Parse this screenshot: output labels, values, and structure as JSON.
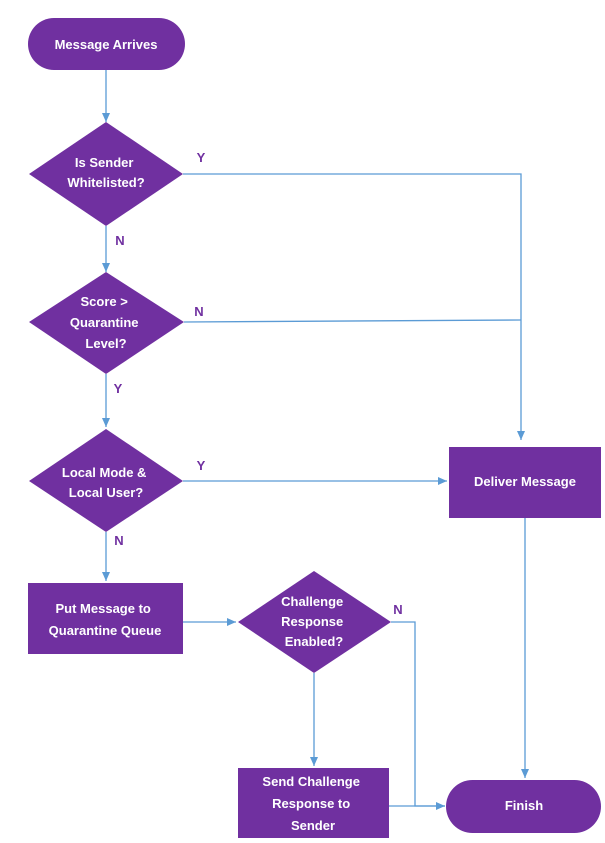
{
  "colors": {
    "node_fill": "#7030a0",
    "node_text": "#ffffff",
    "edge_stroke": "#5b9bd5",
    "edge_label": "#7030a0",
    "background": "#ffffff"
  },
  "nodes": {
    "start": {
      "shape": "terminator",
      "lines": [
        "Message Arrives"
      ]
    },
    "whitelisted": {
      "shape": "decision",
      "lines": [
        "Is Sender",
        "Whitelisted?"
      ]
    },
    "score": {
      "shape": "decision",
      "lines": [
        "Score >",
        "Quarantine",
        "Level?"
      ]
    },
    "local": {
      "shape": "decision",
      "lines": [
        "Local Mode &",
        "Local User?"
      ]
    },
    "deliver": {
      "shape": "process",
      "lines": [
        "Deliver Message"
      ]
    },
    "quarantine": {
      "shape": "process",
      "lines": [
        "Put Message to",
        "Quarantine Queue"
      ]
    },
    "challenge": {
      "shape": "decision",
      "lines": [
        "Challenge",
        "Response",
        "Enabled?"
      ]
    },
    "send": {
      "shape": "process",
      "lines": [
        "Send Challenge",
        "Response to",
        "Sender"
      ]
    },
    "finish": {
      "shape": "terminator",
      "lines": [
        "Finish"
      ]
    }
  },
  "edges": {
    "start_to_whitelisted": {
      "label": ""
    },
    "whitelisted_yes": {
      "label": "Y"
    },
    "whitelisted_no": {
      "label": "N"
    },
    "score_no": {
      "label": "N"
    },
    "score_yes": {
      "label": "Y"
    },
    "local_yes": {
      "label": "Y"
    },
    "local_no": {
      "label": "N"
    },
    "quarantine_to_challenge": {
      "label": ""
    },
    "challenge_no": {
      "label": "N"
    },
    "challenge_yes": {
      "label": ""
    },
    "deliver_to_finish": {
      "label": ""
    }
  }
}
